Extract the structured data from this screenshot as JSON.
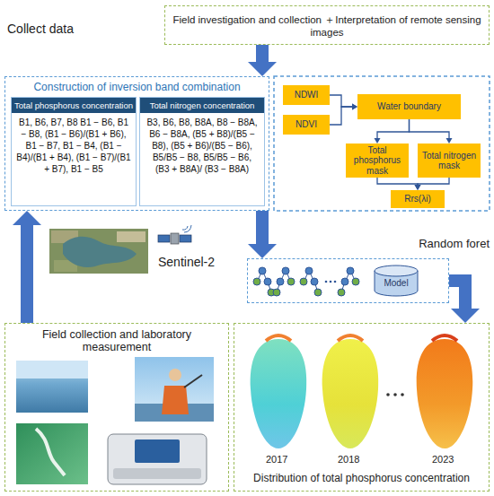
{
  "diagram": {
    "nodes": [
      {
        "text": [
          "Field investigation and collection ＋Interpretation of remote sensing images"
        ]
      },
      {
        "text": [
          "Construction of inversion band combination"
        ]
      },
      {
        "text": [
          "Total phosphorus concentration",
          "B1, B6, B7, B8 B1 − B6, B1 − B8, (B1 − B6)/(B1 + B6), B1 − B7, B1 − B4, (B1 − B4)/(B1 + B4), (B1 − B7)/(B1 + B7), B1 − B5"
        ],
        "in": 1
      },
      {
        "text": [
          "Total nitrogen concentration",
          "B3, B6, B8, B8A, B8 − B8A, B6 − B8A, (B5 + B8)/(B5 − B8), (B5 + B6)/(B5 − B6), B5/B5 − B8, B5/B5 − B6, (B3 + B8A)/ (B3 − B8A)"
        ],
        "in": 1
      },
      {
        "text": [
          "NDWI"
        ]
      },
      {
        "text": [
          "NDVI"
        ]
      },
      {
        "text": [
          "Water boundary"
        ]
      },
      {
        "text": [
          "Total phosphorus mask"
        ]
      },
      {
        "text": [
          "Total nitrogen mask"
        ]
      },
      {
        "text": [
          "Rrs(λi)"
        ]
      },
      {
        "text": [
          "Random foret"
        ]
      },
      {
        "text": [
          "Model"
        ],
        "in": 10
      },
      {
        "text": [
          "Field collection and laboratory measurement"
        ]
      },
      {
        "text": [
          "Distribution of total phosphorus concentration"
        ]
      }
    ],
    "edges": [
      {
        "from": 0,
        "to": 1,
        "arrow": "to"
      },
      {
        "from": 4,
        "to": 6,
        "arrow": "to"
      },
      {
        "from": 5,
        "to": 6,
        "arrow": "to"
      },
      {
        "from": 6,
        "to": 7,
        "arrow": "to"
      },
      {
        "from": 6,
        "to": 8,
        "arrow": "to"
      },
      {
        "from": 7,
        "to": 9,
        "arrow": "to"
      },
      {
        "from": 8,
        "to": 9,
        "arrow": "to"
      },
      {
        "from": 1,
        "to": 10,
        "arrow": "to"
      },
      {
        "from": 10,
        "to": 13,
        "arrow": "to"
      },
      {
        "from": 12,
        "to": 1,
        "arrow": "to"
      }
    ],
    "labels": [
      "Collect data",
      "Sentinel-2",
      "2017",
      "2018",
      "2023"
    ]
  }
}
